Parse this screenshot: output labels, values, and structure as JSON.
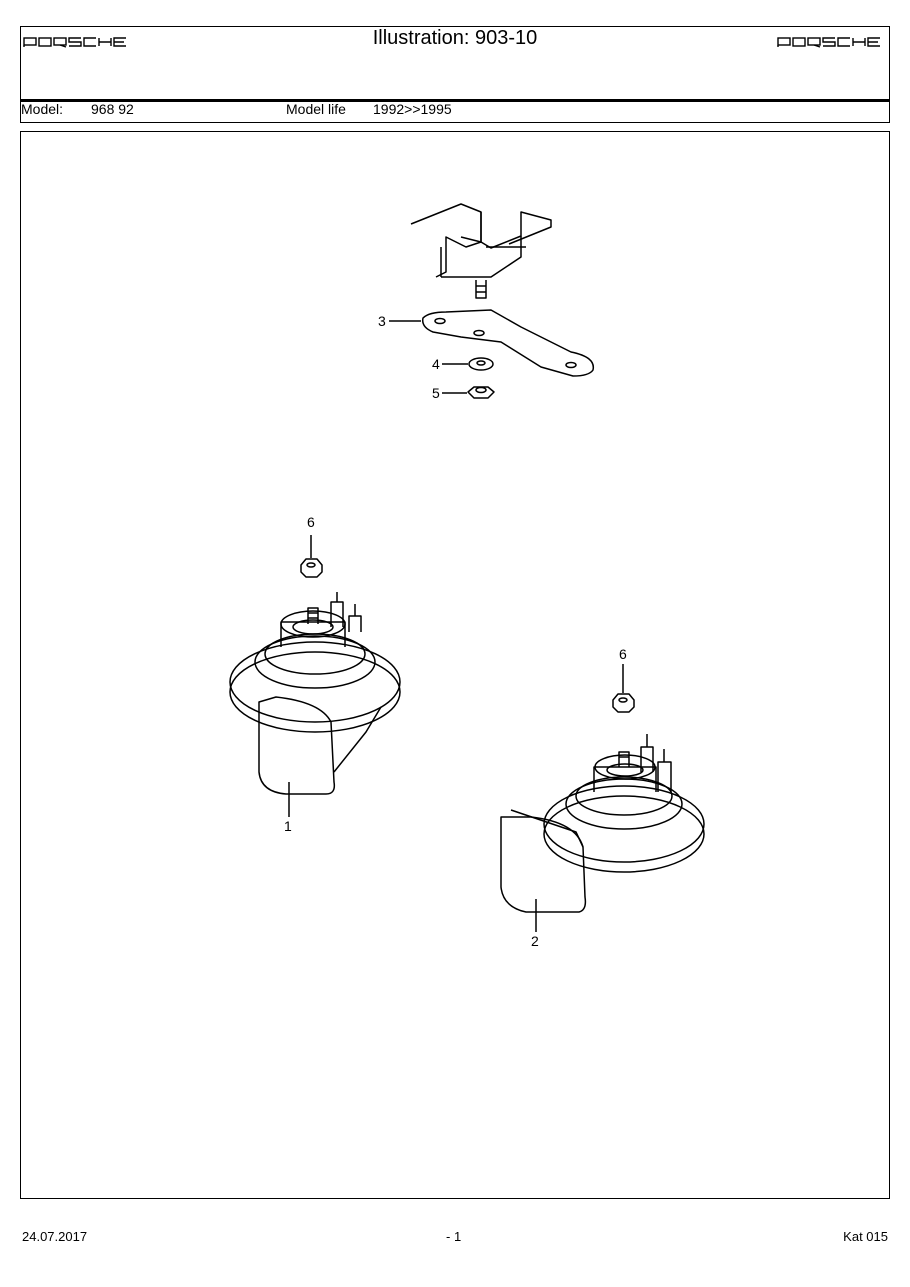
{
  "header": {
    "brand": "PORSCHE",
    "title": "Illustration: 903-10",
    "model_label": "Model:",
    "model_value": "968 92",
    "life_label": "Model life",
    "life_value": "1992>>1995"
  },
  "callouts": {
    "c1": "1",
    "c2": "2",
    "c3": "3",
    "c4": "4",
    "c5": "5",
    "c6a": "6",
    "c6b": "6"
  },
  "footer": {
    "date": "24.07.2017",
    "page": "- 1",
    "catalog": "Kat 015"
  }
}
